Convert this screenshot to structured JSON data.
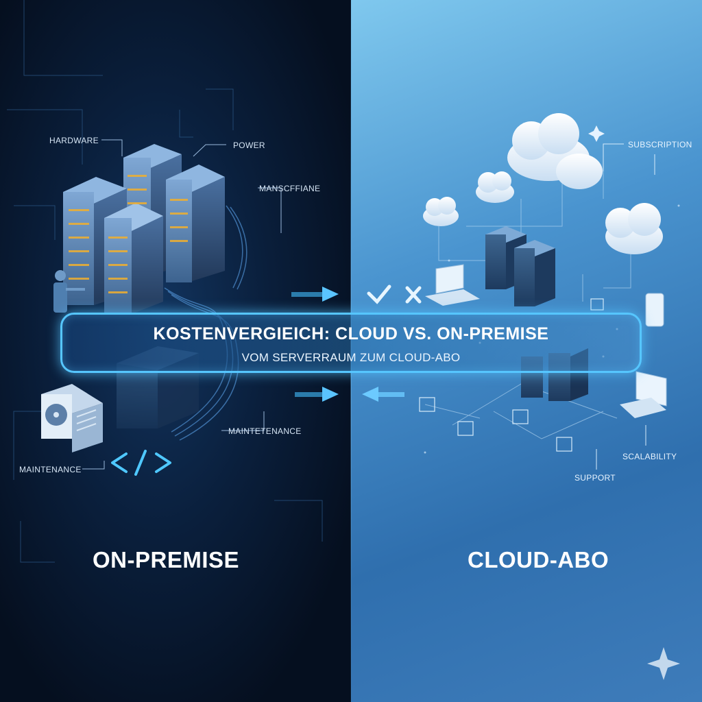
{
  "banner": {
    "title": "KOSTENVERGIEICH: CLOUD VS. ON-PREMISE",
    "subtitle": "VOM SERVERRAUM ZUM CLOUD-ABO"
  },
  "left_panel": {
    "title": "ON-PREMISE",
    "labels": {
      "hardware": "HARDWARE",
      "power": "POWER",
      "manscffiane": "MANSCFFIANE",
      "maintenance_center": "MAINTETENANCE",
      "maintenance_left": "MAINTENANCE"
    }
  },
  "right_panel": {
    "title": "CLOUD-ABO",
    "labels": {
      "subscription": "SUBSCRIPTION",
      "scalability": "SCALABILITY",
      "support": "SUPPORT"
    }
  },
  "colors": {
    "accent_glow": "#56c6ff",
    "left_bg": "#0a1f3c",
    "right_bg": "#4a94cf"
  },
  "icons": [
    "server-rack-icon",
    "technician-icon",
    "ac-unit-icon",
    "code-icon",
    "cloud-icon",
    "laptop-icon",
    "tablet-icon",
    "check-icon",
    "cross-icon",
    "arrow-right-icon",
    "arrow-left-icon",
    "sparkle-icon",
    "cube-icon"
  ]
}
